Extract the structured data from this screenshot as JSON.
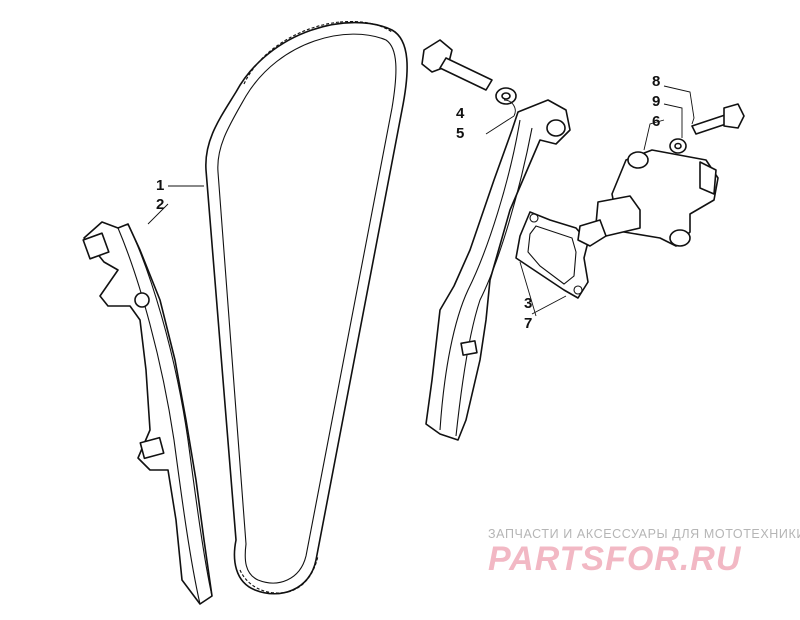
{
  "callouts": {
    "c1": "1",
    "c2": "2",
    "c3": "3",
    "c7": "7",
    "c4": "4",
    "c5": "5",
    "c8": "8",
    "c9": "9",
    "c6": "6"
  },
  "watermark": {
    "tagline": "ЗАПЧАСТИ И АКСЕССУАРЫ ДЛЯ МОТОТЕХНИКИ",
    "logo": "PARTSFOR.RU"
  }
}
